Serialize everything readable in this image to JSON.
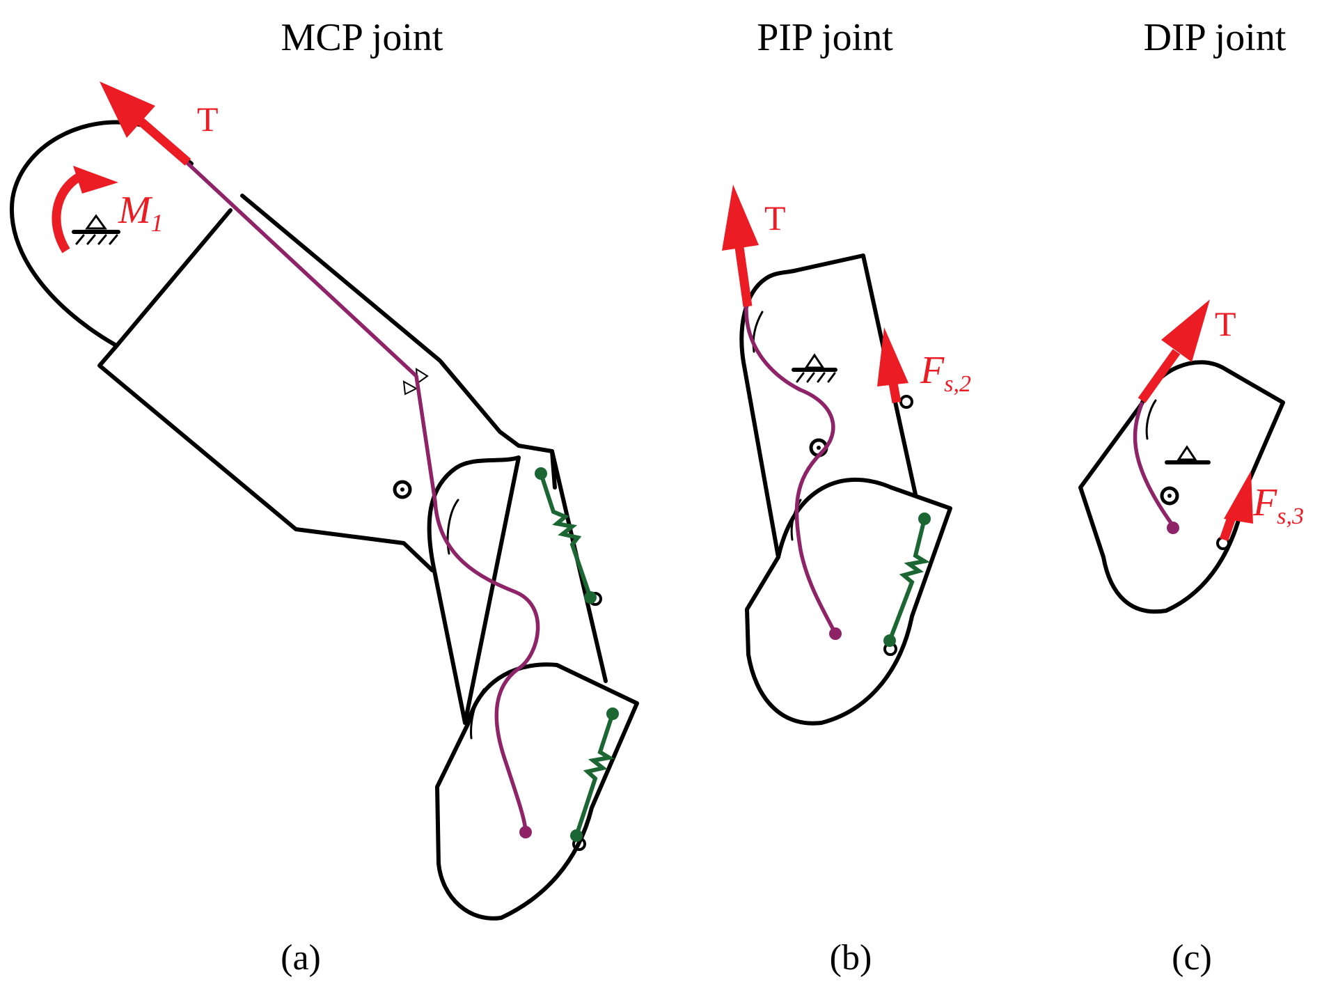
{
  "titles": {
    "a": "MCP joint",
    "b": "PIP joint",
    "c": "DIP joint"
  },
  "captions": {
    "a": "(a)",
    "b": "(b)",
    "c": "(c)"
  },
  "labels": {
    "tension": "T",
    "moment_main": "M",
    "moment_sub": "1",
    "force_main": "F",
    "force_b_sub": "s,2",
    "force_c_sub": "s,3"
  },
  "colors": {
    "force": "#ec1c24",
    "tendon": "#8e2467",
    "spring": "#1c6633",
    "outline": "#000000"
  }
}
